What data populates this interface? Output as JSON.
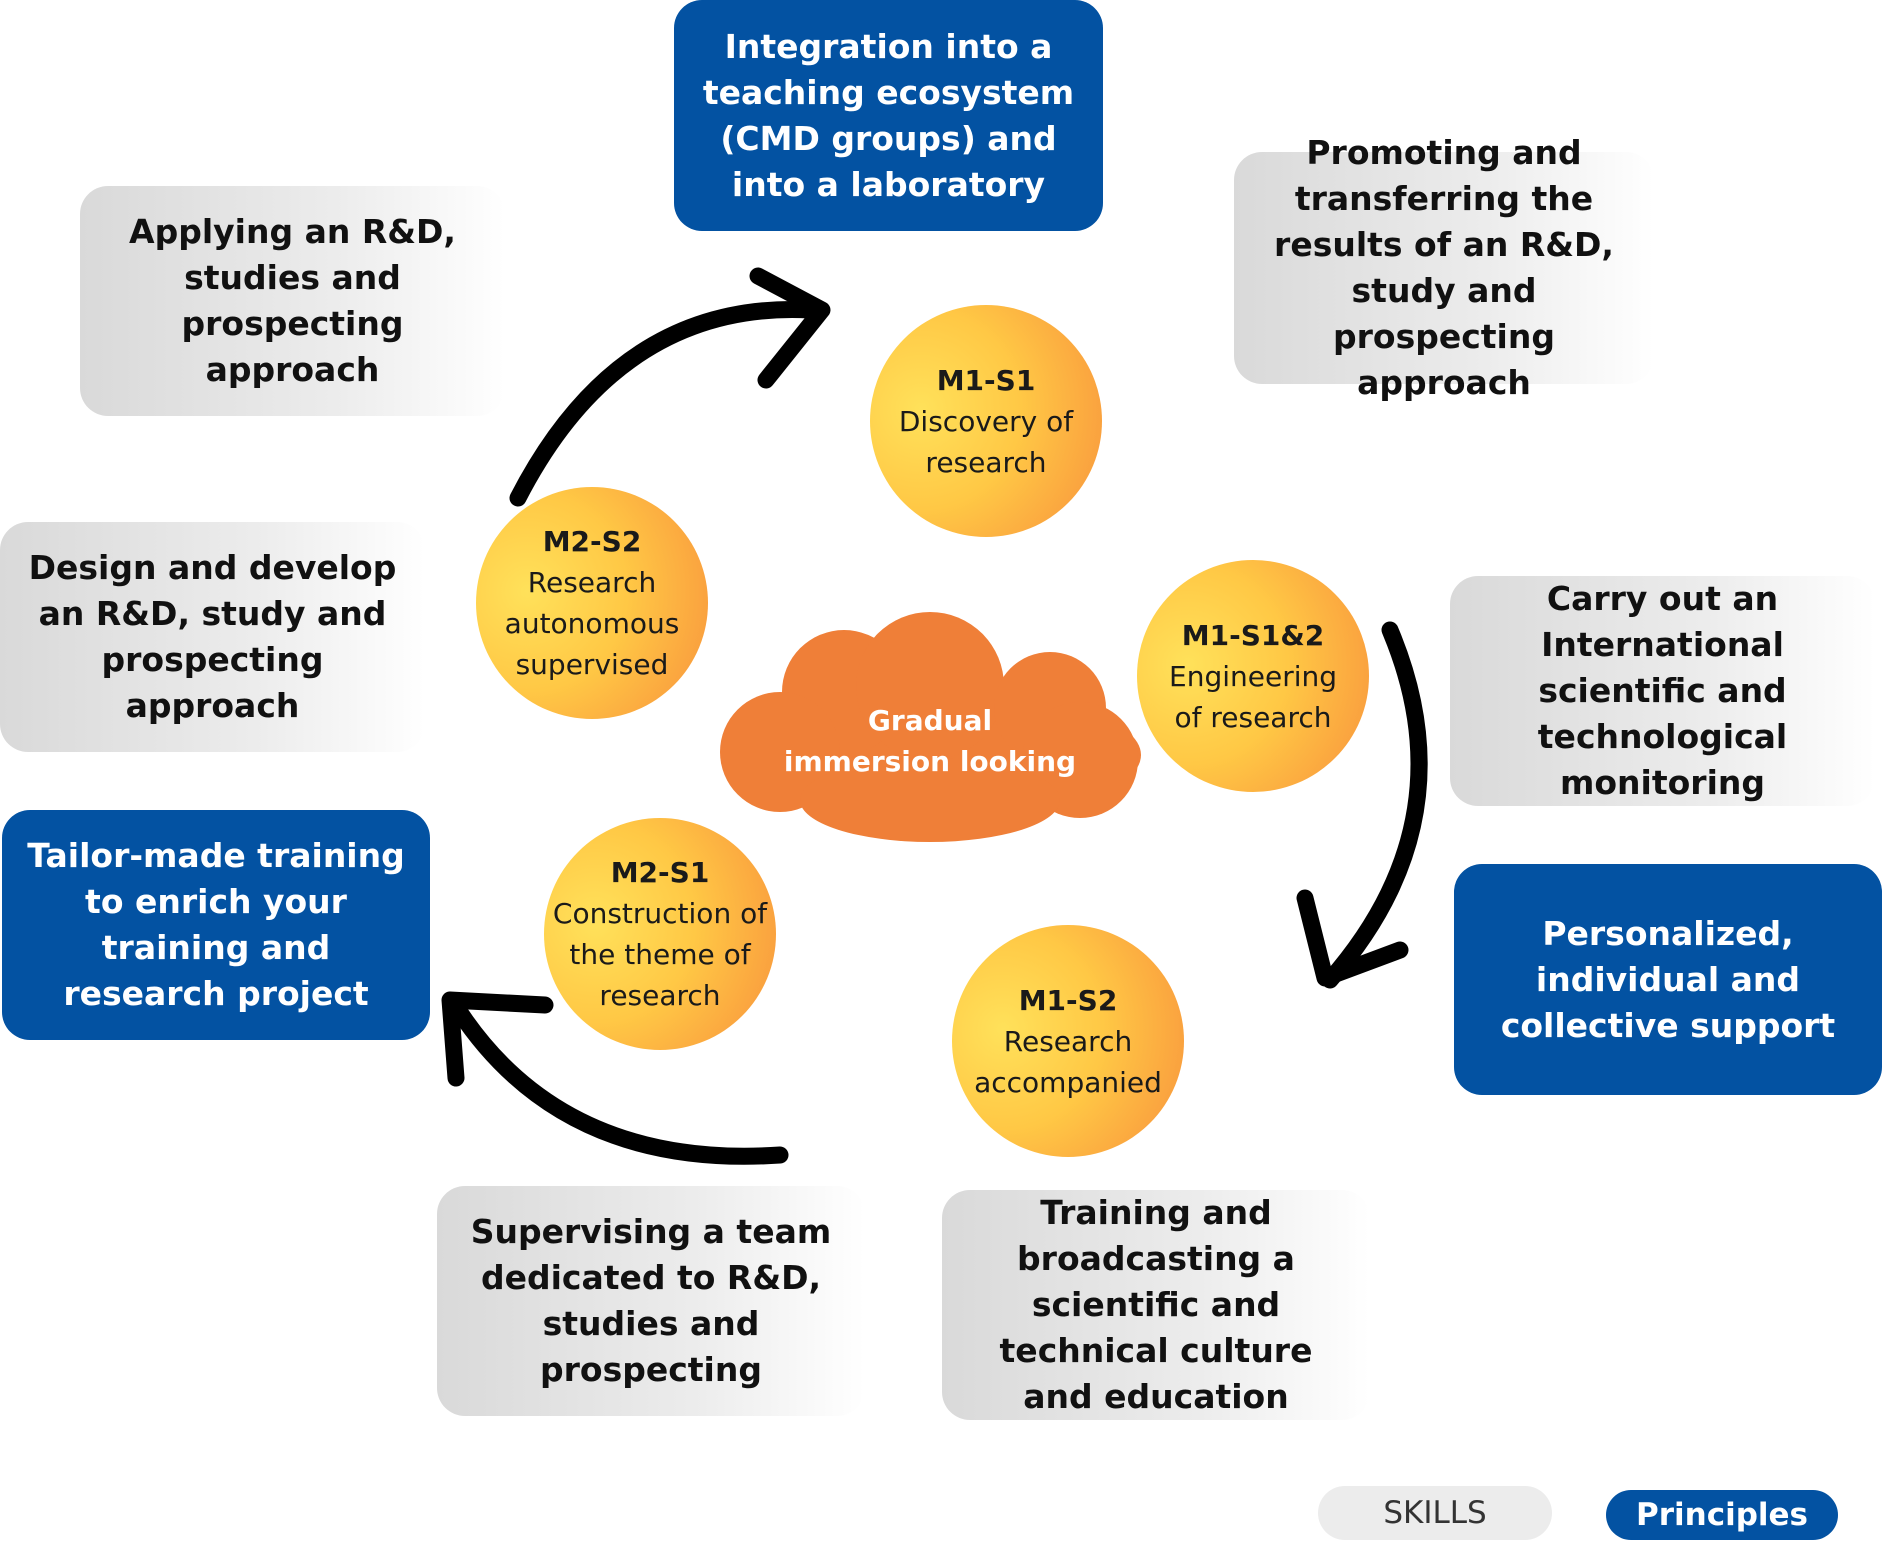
{
  "center": {
    "label": "Gradual immersion looking"
  },
  "semesters": [
    {
      "code": "M1-S1",
      "name": "Discovery of research"
    },
    {
      "code": "M1-S1&2",
      "name": "Engineering of research"
    },
    {
      "code": "M1-S2",
      "name": "Research accompanied"
    },
    {
      "code": "M2-S1",
      "name": "Construction of the theme of research"
    },
    {
      "code": "M2-S2",
      "name": "Research autonomous supervised"
    }
  ],
  "skills": [
    {
      "label": "Applying an R&D, studies and prospecting approach"
    },
    {
      "label": "Promoting and transferring the results of an R&D, study and prospecting approach"
    },
    {
      "label": "Design and develop an R&D, study and prospecting approach"
    },
    {
      "label": "Carry out an International scientific and technological monitoring"
    },
    {
      "label": "Supervising a team dedicated to R&D, studies and prospecting"
    },
    {
      "label": "Training and broadcasting a scientific and technical culture and education"
    }
  ],
  "principles": [
    {
      "label": "Integration into a teaching ecosystem (CMD groups) and into a laboratory"
    },
    {
      "label": "Tailor-made training to enrich your training and research project"
    },
    {
      "label": "Personalized, individual and collective support"
    }
  ],
  "legend": {
    "skills_label": "SKILLS",
    "principles_label": "Principles"
  },
  "colors": {
    "principle_blue": "#0352a2",
    "skill_grey": "#e3e3e3",
    "cloud_orange": "#ef7f38",
    "circle_yellow": "#ffd84f",
    "circle_orange": "#f8903c",
    "arrow": "#000000"
  }
}
